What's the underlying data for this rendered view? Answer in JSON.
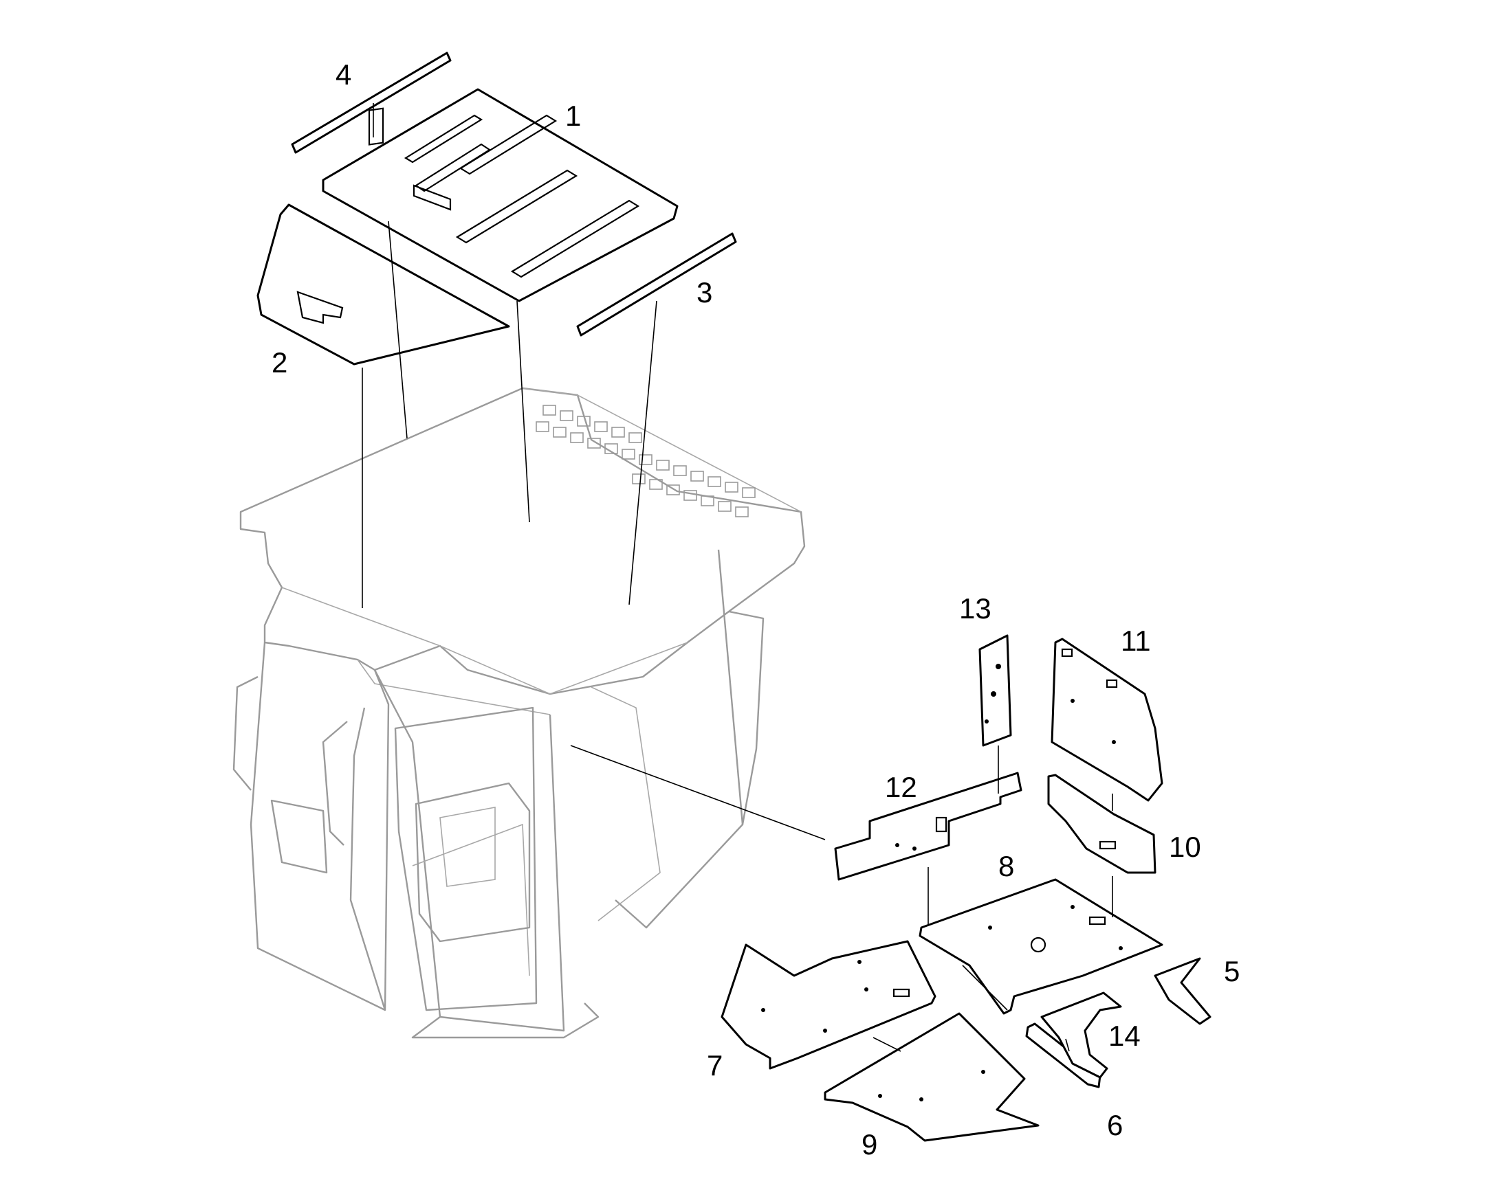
{
  "diagram": {
    "callouts": [
      {
        "id": "1",
        "label": "1"
      },
      {
        "id": "2",
        "label": "2"
      },
      {
        "id": "3",
        "label": "3"
      },
      {
        "id": "4",
        "label": "4"
      },
      {
        "id": "5",
        "label": "5"
      },
      {
        "id": "6",
        "label": "6"
      },
      {
        "id": "7",
        "label": "7"
      },
      {
        "id": "8",
        "label": "8"
      },
      {
        "id": "9",
        "label": "9"
      },
      {
        "id": "10",
        "label": "10"
      },
      {
        "id": "11",
        "label": "11"
      },
      {
        "id": "12",
        "label": "12"
      },
      {
        "id": "13",
        "label": "13"
      },
      {
        "id": "14",
        "label": "14"
      }
    ],
    "colors": {
      "part_stroke": "#000000",
      "cab_stroke": "#9a9a9a",
      "background": "#ffffff"
    }
  }
}
